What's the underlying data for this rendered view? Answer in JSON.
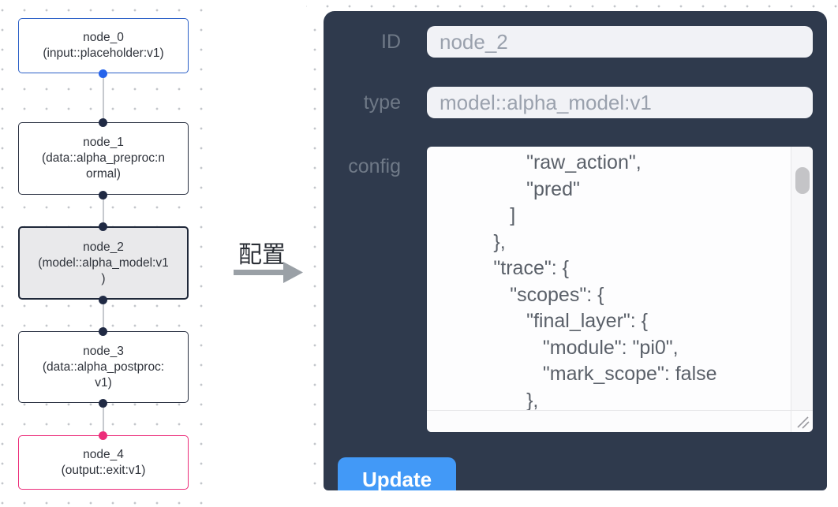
{
  "canvas": {
    "nodes": [
      {
        "name": "node_0",
        "type_label": "(input::placeholder:v1)"
      },
      {
        "name": "node_1",
        "type_label": "(data::alpha_preproc:n\normal)"
      },
      {
        "name": "node_2",
        "type_label": "(model::alpha_model:v1\n)"
      },
      {
        "name": "node_3",
        "type_label": "(data::alpha_postproc:\nv1)"
      },
      {
        "name": "node_4",
        "type_label": "(output::exit:v1)"
      }
    ]
  },
  "annotation": {
    "label": "配置"
  },
  "panel": {
    "id_field": {
      "label": "ID",
      "value": "node_2"
    },
    "type_field": {
      "label": "type",
      "value": "model::alpha_model:v1"
    },
    "config_field": {
      "label": "config",
      "value": "                 \"raw_action\",\n                 \"pred\"\n              ]\n           },\n           \"trace\": {\n              \"scopes\": {\n                 \"final_layer\": {\n                    \"module\": \"pi0\",\n                    \"mark_scope\": false\n                 },\n                 \"action_model\": {"
    },
    "update_button": "Update"
  },
  "colors": {
    "panel_bg": "#2f3a4d",
    "button_blue": "#4299f7",
    "input_node_blue": "#2a5fc7",
    "output_node_pink": "#ec2d7a",
    "selected_node_bg": "#e9e9eb",
    "handle_navy": "#202a44",
    "handle_blue": "#2563eb",
    "handle_pink": "#ec2d7a"
  }
}
